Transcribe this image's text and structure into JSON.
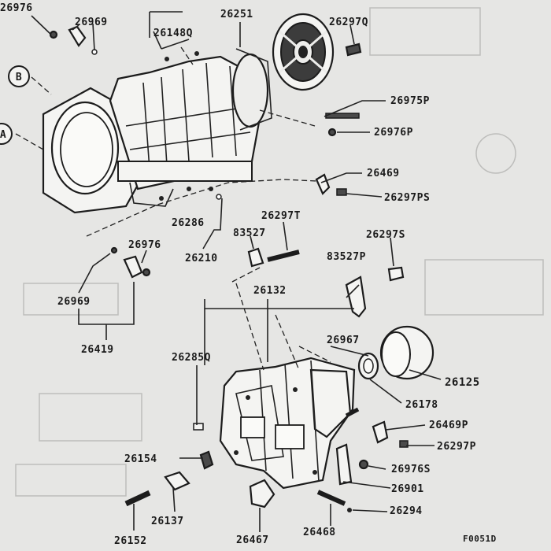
{
  "diagram": {
    "marker_a": "A",
    "marker_b": "B",
    "figure_code": "F0051D",
    "parts": {
      "p26976_top": "26976",
      "p26969_top": "26969",
      "p26148q": "26148Q",
      "p26251": "26251",
      "p26297q": "26297Q",
      "p26975p": "26975P",
      "p26976p": "26976P",
      "p26469": "26469",
      "p26297ps": "26297PS",
      "p26286": "26286",
      "p26297t": "26297T",
      "p83527": "83527",
      "p26297s": "26297S",
      "p26976_mid": "26976",
      "p26210": "26210",
      "p83527p": "83527P",
      "p26132": "26132",
      "p26969_mid": "26969",
      "p26419": "26419",
      "p26967": "26967",
      "p26285q": "26285Q",
      "p26125": "26125",
      "p26178": "26178",
      "p26469p": "26469P",
      "p26297p": "26297P",
      "p26154": "26154",
      "p26976s": "26976S",
      "p26901": "26901",
      "p26294": "26294",
      "p26137": "26137",
      "p26152": "26152",
      "p26467": "26467",
      "p26468": "26468"
    }
  }
}
